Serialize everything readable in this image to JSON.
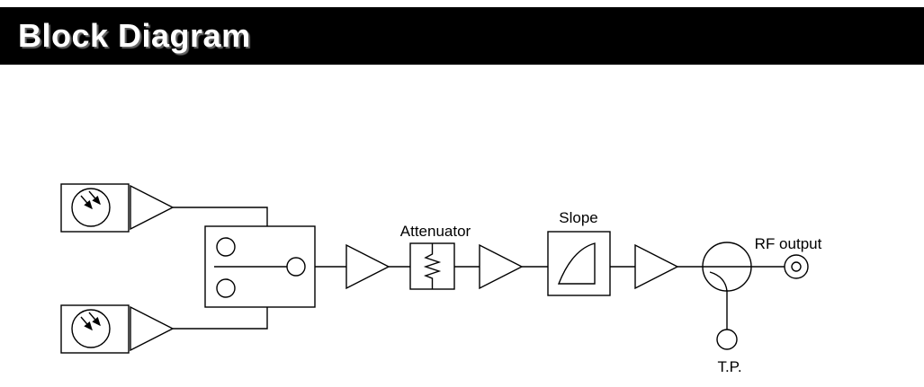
{
  "header": {
    "title": "Block Diagram"
  },
  "colors": {
    "header_bg": "#000000",
    "header_text": "#ffffff",
    "line": "#000000",
    "background": "#ffffff"
  },
  "components": [
    {
      "id": "optical-input-1",
      "type": "photodiode-with-amplifier",
      "label": ""
    },
    {
      "id": "optical-input-2",
      "type": "photodiode-with-amplifier",
      "label": ""
    },
    {
      "id": "input-switch",
      "type": "spdt-switch",
      "label": ""
    },
    {
      "id": "amplifier-1",
      "type": "amplifier",
      "label": ""
    },
    {
      "id": "attenuator",
      "type": "attenuator",
      "label": "Attenuator"
    },
    {
      "id": "amplifier-2",
      "type": "amplifier",
      "label": ""
    },
    {
      "id": "slope-equalizer",
      "type": "slope-equalizer",
      "label": "Slope"
    },
    {
      "id": "amplifier-3",
      "type": "amplifier",
      "label": ""
    },
    {
      "id": "output-coupler",
      "type": "directional-coupler",
      "label": ""
    },
    {
      "id": "rf-output",
      "type": "rf-connector",
      "label": "RF output"
    },
    {
      "id": "test-point",
      "type": "test-point",
      "label": "T.P."
    }
  ]
}
